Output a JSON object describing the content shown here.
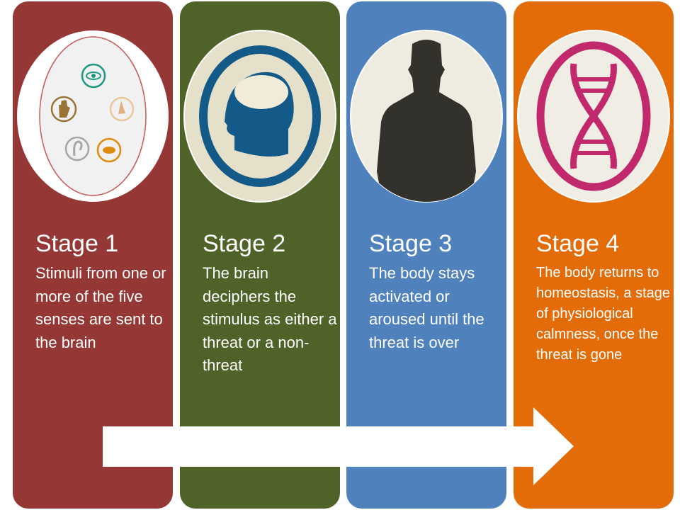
{
  "stages": [
    {
      "title": "Stage 1",
      "text": "Stimuli from one or more of the five senses are sent to the brain",
      "color": "#953735",
      "icon": "five-senses-icon"
    },
    {
      "title": "Stage 2",
      "text": "The brain deciphers the stimulus as either a threat or a non-threat",
      "color": "#4f6228",
      "icon": "brain-head-icon"
    },
    {
      "title": "Stage 3",
      "text": "The body stays activated or aroused until the threat is over",
      "color": "#4f81bd",
      "icon": "human-silhouette-icon"
    },
    {
      "title": "Stage 4",
      "text": "The body returns to homeostasis, a stage of physiological calmness, once the threat is gone",
      "color": "#e36c09",
      "icon": "dna-icon"
    }
  ]
}
